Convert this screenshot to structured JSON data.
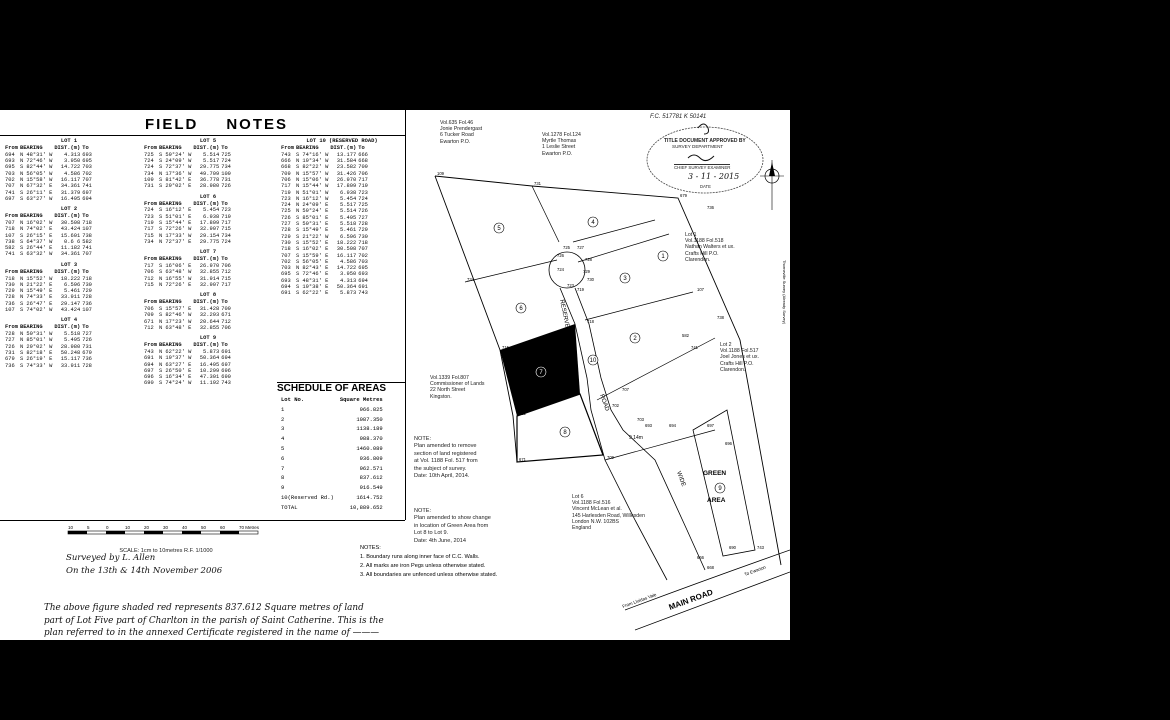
{
  "field_notes": {
    "title_words": [
      "FIELD",
      "NOTES"
    ],
    "header": [
      "From",
      "BEARING",
      "DIST.(m)",
      "To"
    ],
    "lots": [
      {
        "id": "lot1",
        "title": "LOT 1",
        "rows": [
          [
            "694",
            "N 48°31' W",
            "4.313",
            "693"
          ],
          [
            "693",
            "N 72°46' W",
            "3.950",
            "695"
          ],
          [
            "695",
            "S 82°44' W",
            "14.722",
            "703"
          ],
          [
            "703",
            "N 56°05' W",
            "4.586",
            "702"
          ],
          [
            "702",
            "N 15°58' W",
            "16.117",
            "707"
          ],
          [
            "707",
            "N 67°32' E",
            "34.361",
            "741"
          ],
          [
            "741",
            "S 26°11' E",
            "31.379",
            "697"
          ],
          [
            "697",
            "S 63°27' W",
            "16.495",
            "694"
          ]
        ]
      },
      {
        "id": "lot2",
        "title": "LOT 2",
        "rows": [
          [
            "707",
            "N 16°02' W",
            "30.508",
            "718"
          ],
          [
            "718",
            "N 74°02' E",
            "43.424",
            "107"
          ],
          [
            "107",
            "S 26°15' E",
            "15.601",
            "738"
          ],
          [
            "738",
            "S 64°37' W",
            "0.6 6",
            "582"
          ],
          [
            "582",
            "S 26°44' E",
            "11.182",
            "741"
          ],
          [
            "741",
            "S 63°32' W",
            "34.361",
            "707"
          ]
        ]
      },
      {
        "id": "lot3",
        "title": "LOT 3",
        "rows": [
          [
            "718",
            "N 15°52' W",
            "18.222",
            "718"
          ],
          [
            "730",
            "N 21°22' E",
            "6.596",
            "730"
          ],
          [
            "729",
            "N 15°49' E",
            "5.461",
            "729"
          ],
          [
            "728",
            "N 74°33' E",
            "33.911",
            "728"
          ],
          [
            "736",
            "S 26°47' E",
            "29.147",
            "736"
          ],
          [
            "107",
            "S 74°02' W",
            "43.424",
            "107"
          ]
        ]
      },
      {
        "id": "lot4",
        "title": "LOT 4",
        "rows": [
          [
            "728",
            "N 50°31' W",
            "5.518",
            "727"
          ],
          [
            "727",
            "N 85°01' W",
            "5.495",
            "726"
          ],
          [
            "726",
            "N 29°02' W",
            "28.980",
            "731"
          ],
          [
            "731",
            "S 82°18' E",
            "50.248",
            "679"
          ],
          [
            "679",
            "S 26°19' E",
            "15.117",
            "736"
          ],
          [
            "736",
            "S 74°33' W",
            "33.911",
            "728"
          ]
        ]
      },
      {
        "id": "lot5",
        "title": "LOT 5",
        "rows": [
          [
            "725",
            "S 59°24' W",
            "5.514",
            "725"
          ],
          [
            "724",
            "S 24°09' W",
            "5.517",
            "724"
          ],
          [
            "724",
            "S 72°37' W",
            "29.775",
            "734"
          ],
          [
            "734",
            "N 17°36' W",
            "49.709",
            "109"
          ],
          [
            "109",
            "S 81°42' E",
            "36.778",
            "731"
          ],
          [
            "731",
            "S 29°02' E",
            "28.980",
            "726"
          ]
        ]
      },
      {
        "id": "lot6",
        "title": "LOT 6",
        "rows": [
          [
            "724",
            "S 16°12' E",
            "5.454",
            "723"
          ],
          [
            "723",
            "S 51°01' E",
            "6.938",
            "719"
          ],
          [
            "719",
            "S 15°44' E",
            "17.809",
            "717"
          ],
          [
            "717",
            "S 72°26' W",
            "32.907",
            "715"
          ],
          [
            "715",
            "N 17°33' W",
            "29.154",
            "734"
          ],
          [
            "734",
            "N 72°37' E",
            "29.775",
            "724"
          ]
        ]
      },
      {
        "id": "lot7",
        "title": "LOT 7",
        "rows": [
          [
            "717",
            "S 16°06' E",
            "26.970",
            "706"
          ],
          [
            "706",
            "S 63°48' W",
            "32.855",
            "712"
          ],
          [
            "712",
            "N 16°55' W",
            "31.914",
            "715"
          ],
          [
            "715",
            "N 72°26' E",
            "32.907",
            "717"
          ]
        ]
      },
      {
        "id": "lot8",
        "title": "LOT 8",
        "rows": [
          [
            "706",
            "S 15°57' E",
            "31.428",
            "709"
          ],
          [
            "709",
            "S 82°46' W",
            "32.293",
            "671"
          ],
          [
            "671",
            "N 17°23' W",
            "20.644",
            "712"
          ],
          [
            "712",
            "N 63°48' E",
            "32.855",
            "706"
          ]
        ]
      },
      {
        "id": "lot9",
        "title": "LOT 9",
        "rows": [
          [
            "743",
            "N 62°22' W",
            "5.873",
            "691"
          ],
          [
            "691",
            "N 19°37' W",
            "50.364",
            "694"
          ],
          [
            "694",
            "N 63°27' E",
            "16.495",
            "697"
          ],
          [
            "697",
            "S 26°50' E",
            "10.299",
            "696"
          ],
          [
            "696",
            "S 16°34' E",
            "47.301",
            "690"
          ],
          [
            "690",
            "S 74°24' W",
            "11.192",
            "743"
          ]
        ]
      },
      {
        "id": "lot10",
        "title": "LOT 10 (RESERVED ROAD)",
        "rows": [
          [
            "743",
            "S 74°16' W",
            "13.177",
            "666"
          ],
          [
            "666",
            "N 19°34' W",
            "31.584",
            "668"
          ],
          [
            "668",
            "S 82°22' W",
            "23.582",
            "709"
          ],
          [
            "709",
            "N 15°57' W",
            "31.426",
            "706"
          ],
          [
            "706",
            "N 15°06' W",
            "26.970",
            "717"
          ],
          [
            "717",
            "N 15°44' W",
            "17.809",
            "719"
          ],
          [
            "719",
            "N 51°01' W",
            "6.938",
            "723"
          ],
          [
            "723",
            "N 16°12' W",
            "5.454",
            "724"
          ],
          [
            "724",
            "N 24°09' E",
            "5.517",
            "725"
          ],
          [
            "725",
            "N 59°24' E",
            "5.514",
            "726"
          ],
          [
            "726",
            "S 85°01' E",
            "5.495",
            "727"
          ],
          [
            "727",
            "S 50°31' E",
            "5.518",
            "728"
          ],
          [
            "728",
            "S 15°49' E",
            "5.461",
            "729"
          ],
          [
            "729",
            "S 21°22' W",
            "6.596",
            "730"
          ],
          [
            "730",
            "S 15°52' E",
            "18.222",
            "718"
          ],
          [
            "718",
            "S 16°02' E",
            "30.508",
            "707"
          ],
          [
            "707",
            "S 15°59' E",
            "16.117",
            "702"
          ],
          [
            "702",
            "S 56°05' E",
            "4.586",
            "703"
          ],
          [
            "703",
            "N 82°43' E",
            "14.722",
            "695"
          ],
          [
            "695",
            "S 72°46' E",
            "3.950",
            "693"
          ],
          [
            "693",
            "S 48°31' E",
            "4.313",
            "694"
          ],
          [
            "694",
            "S 19°38' E",
            "50.364",
            "691"
          ],
          [
            "691",
            "S 62°22' E",
            "5.873",
            "743"
          ]
        ]
      }
    ]
  },
  "schedule": {
    "title": "SCHEDULE OF AREAS",
    "header": [
      "Lot No.",
      "Square Metres"
    ],
    "rows": [
      [
        "1",
        "966.825"
      ],
      [
        "2",
        "1087.350"
      ],
      [
        "3",
        "1138.189"
      ],
      [
        "4",
        "988.370"
      ],
      [
        "5",
        "1460.089"
      ],
      [
        "6",
        "936.809"
      ],
      [
        "7",
        "962.571"
      ],
      [
        "8",
        "837.612"
      ],
      [
        "9",
        "916.549"
      ],
      [
        "10(Reserved Rd.)",
        "1614.752"
      ],
      [
        "TOTAL",
        "10,889.652"
      ]
    ]
  },
  "scale": {
    "label": "SCALE: 1cm to 10metres R.F. 1/1000",
    "ticks": [
      "10",
      "5",
      "0",
      "10",
      "20",
      "30",
      "40",
      "50",
      "60",
      "70 Metres"
    ]
  },
  "surveyed": {
    "line1": "Surveyed by L. Allen",
    "line2": "On the 13th & 14th November 2006"
  },
  "certificate": {
    "lines": [
      "The above figure shaded red represents 837.612 Square metres of land",
      "part of Lot Five part of Charlton in the parish of Saint Catherine. This is the",
      "plan referred to in the annexed Certificate registered in the name of ———"
    ]
  },
  "notes": {
    "title": "NOTES:",
    "items": [
      "1. Boundary runs along inner face of C.C. Walls.",
      "2. All marks are iron Pegs unless otherwise stated.",
      "3. All boundaries are unfenced unless otherwise stated."
    ]
  },
  "note1": {
    "lines": [
      "NOTE:",
      "Plan amended to remove",
      "section of land registered",
      "at Vol. 1188 Fol. 517 from",
      "the subject of survey.",
      "Date: 10th April, 2014."
    ]
  },
  "note2": {
    "lines": [
      "NOTE:",
      "Plan amended to show change",
      "in location of Green Area from",
      "Lot 8 to Lot 9.",
      "Date: 4th June, 2014"
    ]
  },
  "owners": {
    "prendergast": [
      "Vol.635 Fol.46",
      "Jonie Prendergast",
      "6 Tucker Road",
      "Ewarton P.O."
    ],
    "thomas": [
      "Vol.1278 Fol.124",
      "Myrtle Thomas",
      "1 Leslie Street",
      "Ewarton P.O."
    ],
    "walters": [
      "Lot 1",
      "Vol.1188 Fol.518",
      "Nathan Walters et ux.",
      "Crafts Hill P.O.",
      "Clarendon."
    ],
    "jones": [
      "Lot 2",
      "Vol.1188 Fol.517",
      "Joel Jones et ux.",
      "Crafts Hill P.O.",
      "Clarendon."
    ],
    "commissioner": [
      "Vol.1339 Fol.807",
      "Commissioner of Lands",
      "22 North Street",
      "Kingston."
    ],
    "mclean": [
      "Lot 6",
      "Vol.1188 Fol.516",
      "Vincent McLean et al.",
      "145 Harlesden Road, Willesden",
      "London N.W. 102BS",
      "England"
    ]
  },
  "stamp": {
    "ref": "F.C. 517781 K 50141",
    "line1": "TITLE DOCUMENT APPROVED BY",
    "line2": "SURVEY DEPARTMENT",
    "line3": "CHIEF SURVEY EXAMINER",
    "date": "3 - 11 - 2015",
    "date_label": "DATE"
  },
  "map_labels": {
    "lots": [
      "1",
      "2",
      "3",
      "4",
      "5",
      "6",
      "7",
      "8",
      "9",
      "10"
    ],
    "reserved": "RESERVED",
    "road": "ROAD",
    "wide": "WIDE",
    "green": "GREEN",
    "area": "AREA",
    "main_road": "MAIN ROAD",
    "to_ewarton": "To Ewarton",
    "from_llandewey": "From Lluidas Vale",
    "width": "9.14m",
    "green_word": "GREEN",
    "area_word": "AREA",
    "points": [
      "109",
      "731",
      "679",
      "736",
      "725",
      "727",
      "726",
      "728",
      "724",
      "723",
      "729",
      "734",
      "730",
      "719",
      "107",
      "718",
      "738",
      "582",
      "715",
      "741",
      "707",
      "702",
      "703",
      "693",
      "694",
      "697",
      "696",
      "712",
      "671",
      "709",
      "666",
      "668",
      "690",
      "743"
    ],
    "road_side": "Thorneville Survey (Already Survey)"
  }
}
